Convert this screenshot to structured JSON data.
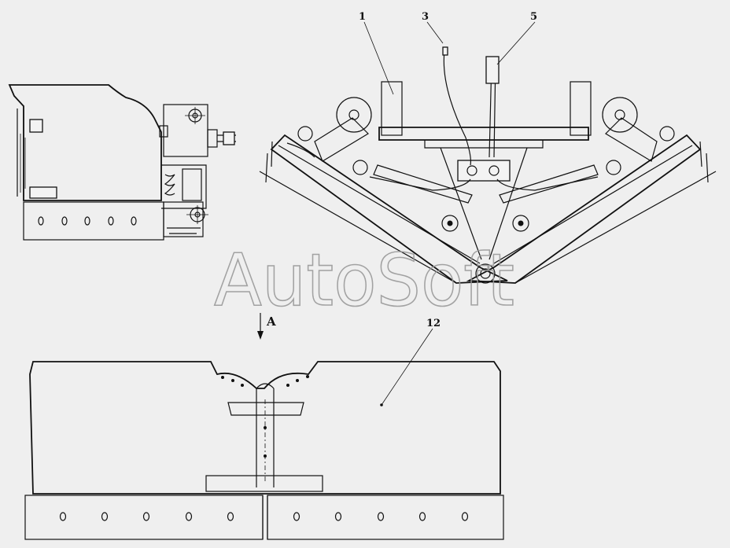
{
  "callouts": {
    "c1": "1",
    "c3": "3",
    "c5": "5",
    "c12": "12"
  },
  "view_label": "A",
  "watermark": "AutoSoft",
  "colors": {
    "background": "#efefef",
    "line": "#111111",
    "watermark": "#9a9a9a"
  }
}
